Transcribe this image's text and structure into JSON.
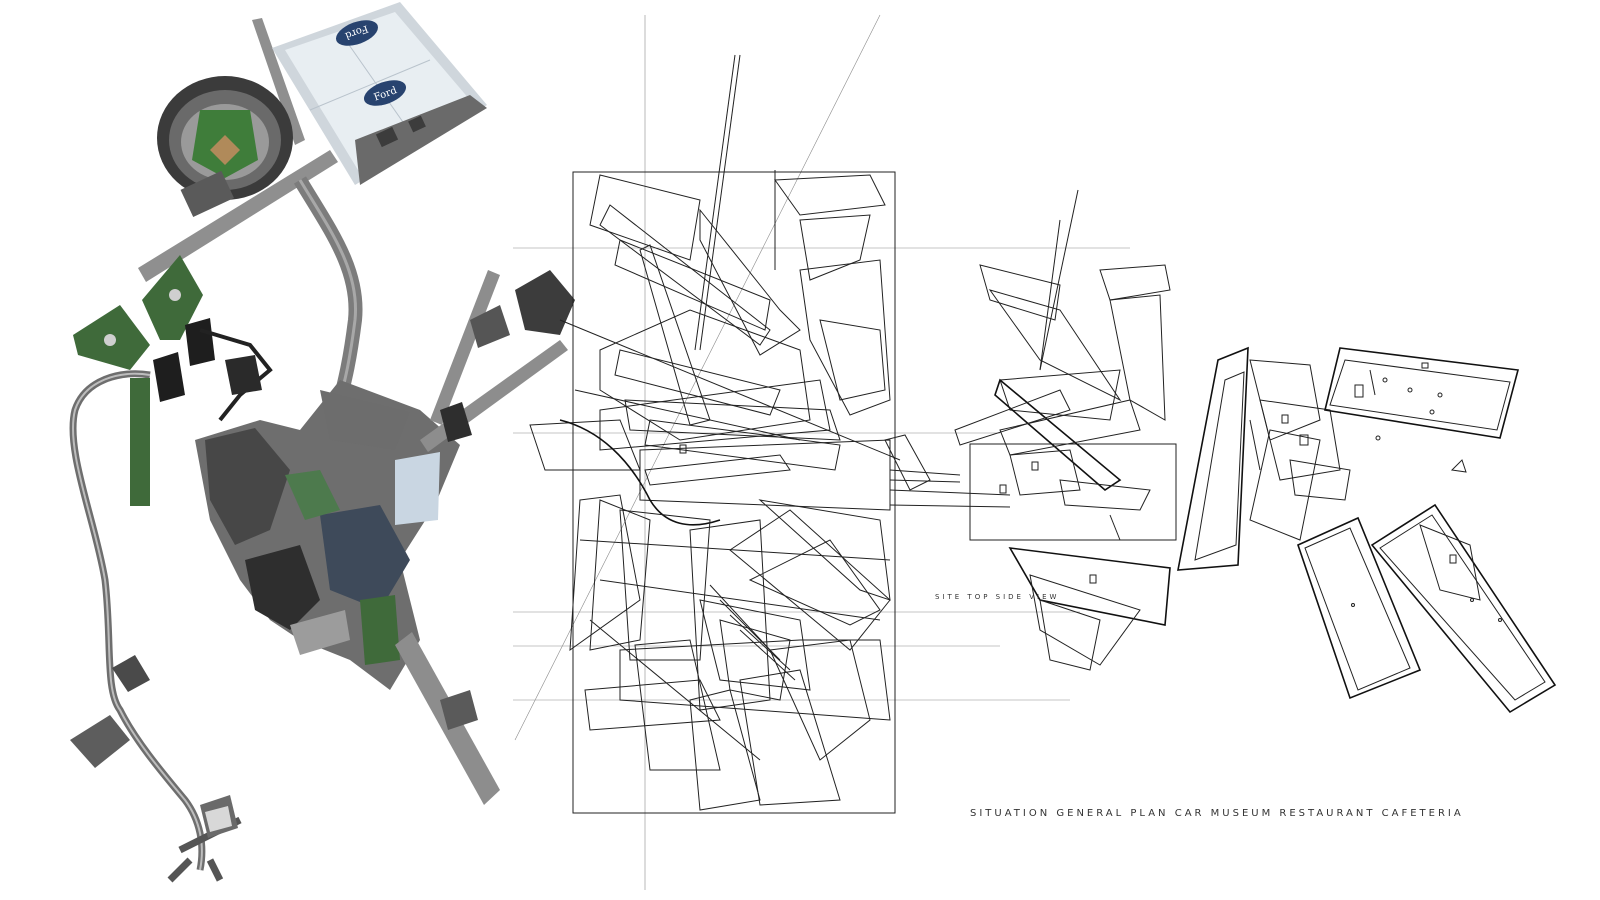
{
  "drawing": {
    "site_label": "SITE TOP SIDE VIEW",
    "caption": "SITUATION GENERAL PLAN CAR MUSEUM RESTAURANT CAFETERIA"
  },
  "aerial": {
    "stadium_logo": "Ford",
    "colors": {
      "road": "#8d8d8d",
      "block": "#5b5b5b",
      "park": "#3f6a3a",
      "field": "#3f7d3a",
      "roof": "#e8eef2"
    }
  },
  "colors": {
    "line": "#222222",
    "guide": "#8a8a8a"
  }
}
